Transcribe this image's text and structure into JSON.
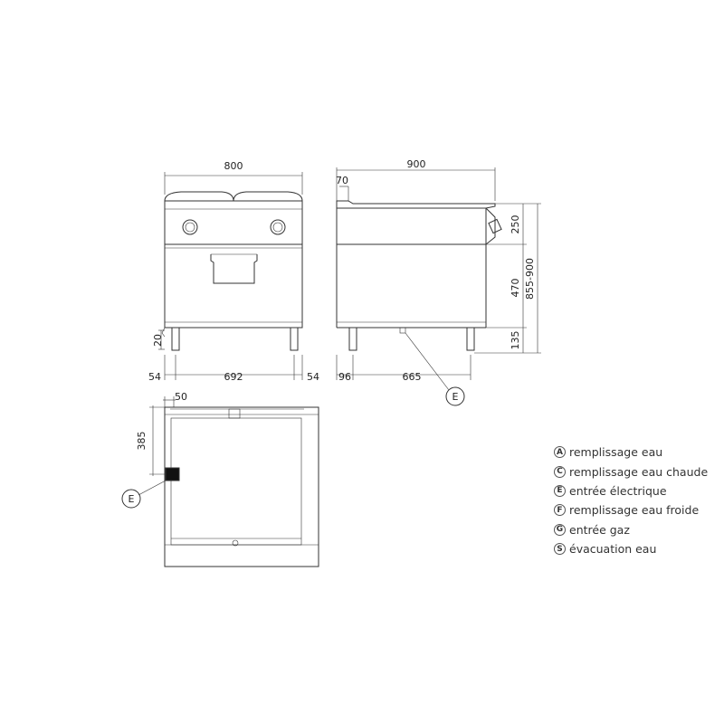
{
  "dimensions": {
    "front_width": "800",
    "front_foot_height": "20",
    "front_left_offset": "54",
    "front_inner_width": "692",
    "front_right_offset": "54",
    "side_depth": "900",
    "side_top_offset": "70",
    "side_top_height": "250",
    "side_body_height": "470",
    "side_total_height": "855-900",
    "side_foot_height": "135",
    "side_foot_offset": "96",
    "side_drain_distance": "665",
    "top_offset_x": "50",
    "top_offset_y": "385"
  },
  "markers": {
    "side_marker": "E",
    "top_marker": "E"
  },
  "legend": [
    {
      "letter": "A",
      "label": "remplissage eau"
    },
    {
      "letter": "C",
      "label": "remplissage eau chaude"
    },
    {
      "letter": "E",
      "label": "entrée électrique"
    },
    {
      "letter": "F",
      "label": "remplissage eau froide"
    },
    {
      "letter": "G",
      "label": "entrée gaz"
    },
    {
      "letter": "S",
      "label": "évacuation eau"
    }
  ]
}
